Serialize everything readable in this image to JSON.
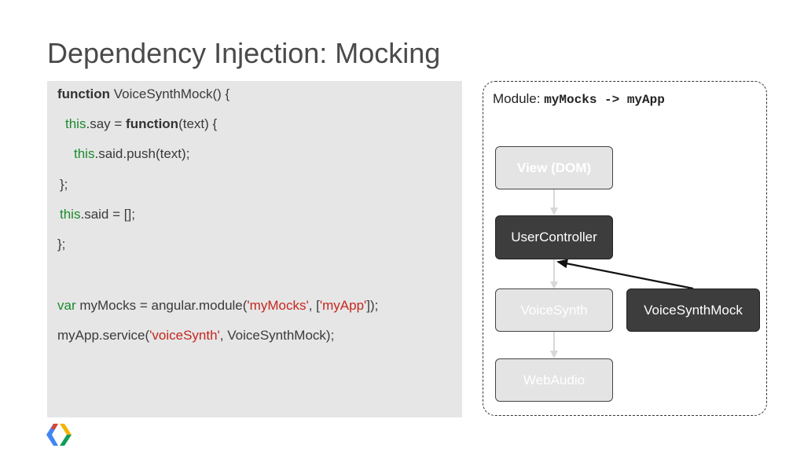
{
  "slide": {
    "title": "Dependency Injection: Mocking"
  },
  "code": {
    "l1_kw": "function",
    "l1_rest": " VoiceSynthMock() {",
    "l2_this": "this",
    "l2_a": ".say = ",
    "l2_kw": "function",
    "l2_b": "(text) {",
    "l3_this": "this",
    "l3_rest": ".said.push(text);",
    "l4": "};",
    "l5_this": "this",
    "l5_rest": ".said = [];",
    "l6": "};",
    "l7_var": "var",
    "l7_a": " myMocks = angular.module(",
    "l7_str1": "'myMocks'",
    "l7_b": ", [",
    "l7_str2": "'myApp'",
    "l7_c": "]);",
    "l8_a": "myApp.service(",
    "l8_str": "'voiceSynth'",
    "l8_b": ", VoiceSynthMock);"
  },
  "diagram": {
    "module_prefix": "Module: ",
    "module_name": "myMocks -> myApp",
    "nodes": {
      "view": "View (DOM)",
      "user_controller": "UserController",
      "voice_synth": "VoiceSynth",
      "voice_synth_mock": "VoiceSynthMock",
      "web_audio": "WebAudio"
    }
  },
  "colors": {
    "keyword_this": "#1b8b2c",
    "string": "#c4271f",
    "code_bg": "#e6e6e6",
    "node_dark": "#3d3d3d",
    "node_light": "#e4e4e4"
  },
  "icons": {
    "footer_logo": "chrome-developers-logo-icon"
  }
}
